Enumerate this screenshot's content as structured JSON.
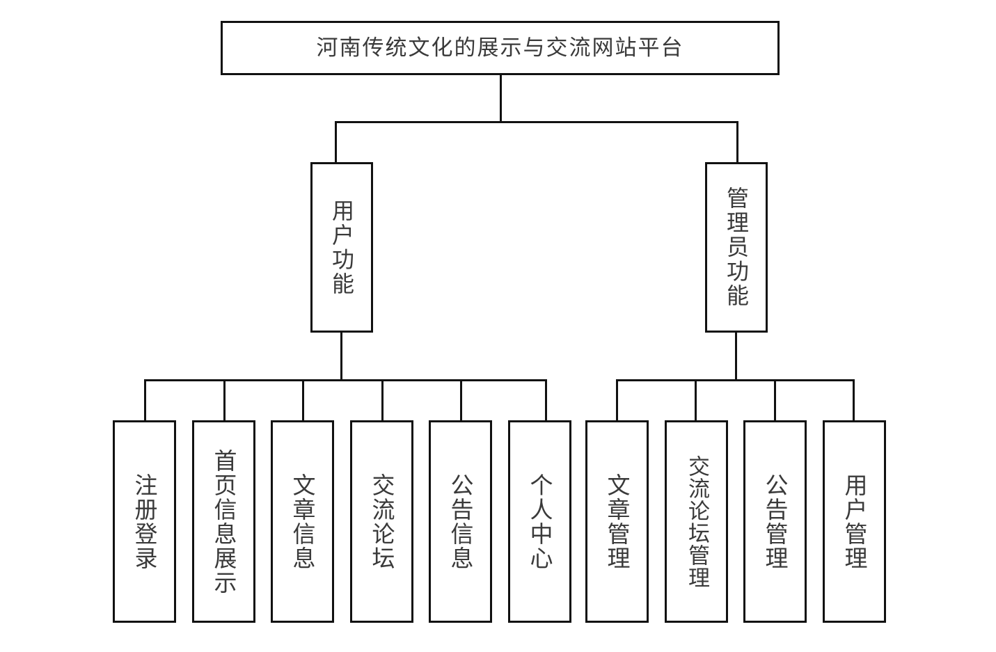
{
  "diagram": {
    "title": "河南传统文化的展示与交流网站平台",
    "type": "function-structure-tree",
    "root": {
      "id": "root",
      "label": "河南传统文化的展示与交流网站平台",
      "orientation": "horizontal"
    },
    "branches": [
      {
        "id": "user-functions",
        "label": "用户功能",
        "orientation": "vertical",
        "children": [
          {
            "id": "register-login",
            "label": "注册登录"
          },
          {
            "id": "homepage-info",
            "label": "首页信息展示"
          },
          {
            "id": "article-info",
            "label": "文章信息"
          },
          {
            "id": "forum",
            "label": "交流论坛"
          },
          {
            "id": "announcement-info",
            "label": "公告信息"
          },
          {
            "id": "personal-center",
            "label": "个人中心"
          }
        ]
      },
      {
        "id": "admin-functions",
        "label": "管理员功能",
        "orientation": "vertical",
        "children": [
          {
            "id": "article-manage",
            "label": "文章管理"
          },
          {
            "id": "forum-manage",
            "label": "交流论坛管理"
          },
          {
            "id": "announcement-manage",
            "label": "公告管理"
          },
          {
            "id": "user-manage",
            "label": "用户管理"
          }
        ]
      }
    ],
    "colors": {
      "background": "#ffffff",
      "line": "#111111",
      "box_border": "#111111",
      "box_fill": "#ffffff",
      "text": "#3a3a3a"
    }
  }
}
